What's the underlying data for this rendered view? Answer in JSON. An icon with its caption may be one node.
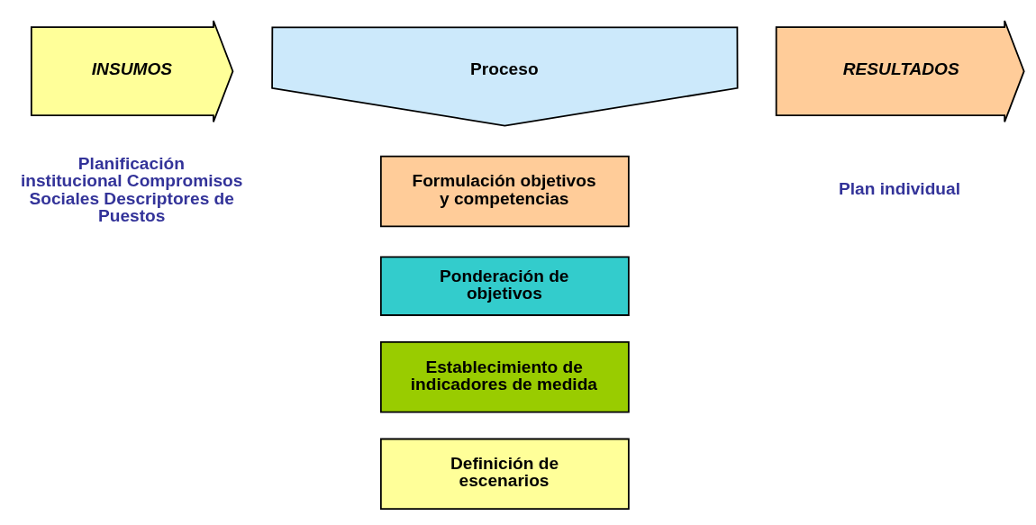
{
  "diagram": {
    "nodes": [
      {
        "text": [
          "INSUMOS"
        ],
        "beside": [
          "Planificación institucional Compromisos Sociales Descriptores de Puestos"
        ]
      },
      {
        "text": [
          "Proceso"
        ]
      },
      {
        "text": [
          "RESULTADOS"
        ],
        "beside": [
          "Plan individual"
        ]
      },
      {
        "text": [
          "Formulación objetivos y competencias"
        ]
      },
      {
        "text": [
          "Ponderación de objetivos"
        ]
      },
      {
        "text": [
          "Establecimiento de indicadores de medida"
        ]
      },
      {
        "text": [
          "Definición de escenarios"
        ]
      }
    ],
    "edges": []
  }
}
